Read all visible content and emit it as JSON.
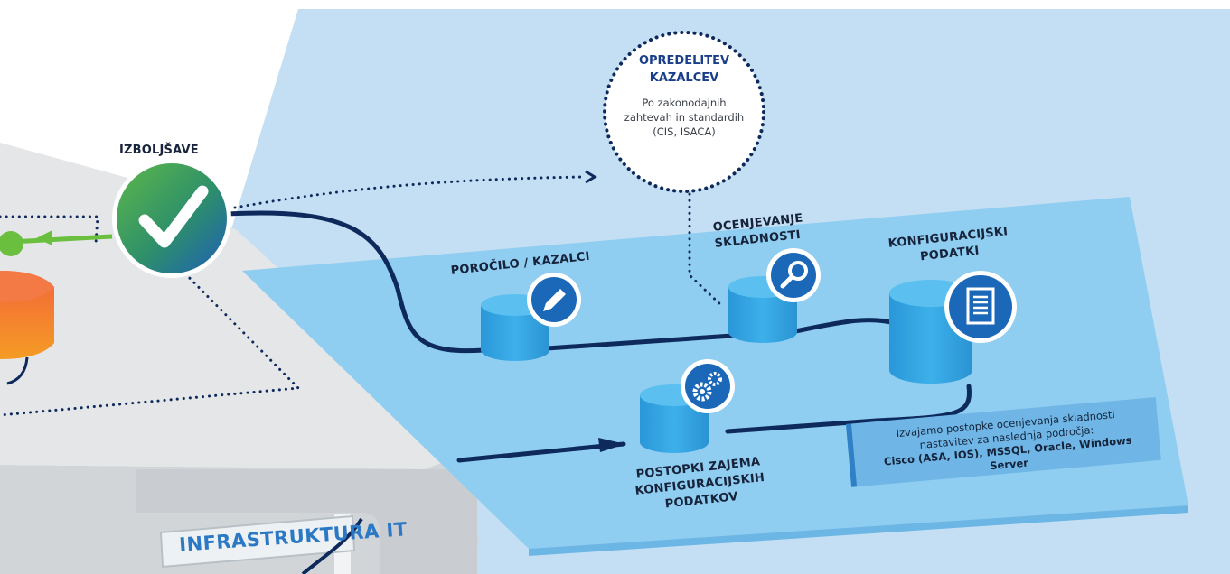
{
  "labels": {
    "improvements": "IZBOLJŠAVE",
    "report": "POROČILO / KAZALCI",
    "compliance": [
      "OCENJEVANJE",
      "SKLADNOSTI"
    ],
    "config_data": [
      "KONFIGURACIJSKI",
      "PODATKI"
    ],
    "capture": [
      "POSTOPKI ZAJEMA",
      "KONFIGURACIJSKIH",
      "PODATKOV"
    ],
    "infrastructure": "INFRASTRUKTURA IT"
  },
  "indicators": {
    "title": [
      "OPREDELITEV",
      "KAZALCEV"
    ],
    "subtitle": [
      "Po zakonodajnih",
      "zahtevah in standardih",
      "(CIS, ISACA)"
    ]
  },
  "info_box": {
    "line1": "Izvajamo postopke ocenjevanja skladnosti",
    "line2": "nastavitev za naslednja področja:",
    "line3": "Cisco (ASA, IOS), MSSQL, Oracle, Windows Server"
  },
  "icons": {
    "improvements": "checkmark-icon",
    "report": "pencil-icon",
    "compliance": "magnifier-icon",
    "config_data": "document-icon",
    "capture": "gears-icon"
  },
  "colors": {
    "background_blue": "#c4dff3",
    "platform_blue": "#8fcdf1",
    "cylinder_blue": "#35a8e4",
    "flow_navy": "#0e2a5c",
    "check_green": "#4caf50",
    "check_blue": "#1e63b5"
  }
}
